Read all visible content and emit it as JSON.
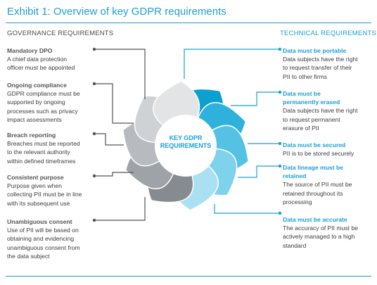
{
  "title": "Exhibit 1: Overview of key GDPR requirements",
  "center_label": {
    "line1": "KEY GDPR",
    "line2": "REQUIREMENTS"
  },
  "governance": {
    "heading": "GOVERNANCE REQUIREMENTS",
    "items": [
      {
        "title": "Mandatory DPO",
        "lines": [
          "A chief data protection",
          "officer must be appointed"
        ]
      },
      {
        "title": "Ongoing compliance",
        "lines": [
          "GDPR compliance must be",
          "supported by ongoing",
          "processes such as privacy",
          "impact assessments"
        ]
      },
      {
        "title": "Breach reporting",
        "lines": [
          "Breaches must be reported",
          "to the relevant authority",
          "within defined timeframes"
        ]
      },
      {
        "title": "Consistent purpose",
        "lines": [
          "Purpose given when",
          "collecting PII must be in line",
          "with its subsequent use"
        ]
      },
      {
        "title": "Unambiguous consent",
        "lines": [
          "Use of PII will be based on",
          "obtaining and evidencing",
          "unambiguous consent from",
          "the data subject"
        ]
      }
    ]
  },
  "technical": {
    "heading": "TECHNICAL REQUIREMENTS",
    "items": [
      {
        "title_lines": [
          "Data must be portable"
        ],
        "lines": [
          "Data subjects have the right",
          "to request transfer of their",
          "PII to other firms"
        ]
      },
      {
        "title_lines": [
          "Data must be",
          "permanently erased"
        ],
        "lines": [
          "Data subjects have the right",
          "to request permanent",
          "erasure of PII"
        ]
      },
      {
        "title_lines": [
          "Data must be secured"
        ],
        "lines": [
          "PII is to be stored securely"
        ]
      },
      {
        "title_lines": [
          "Data lineage must be",
          "retained"
        ],
        "lines": [
          "The source of PII must be",
          "retained throughout its",
          "processing"
        ]
      },
      {
        "title_lines": [
          "Data must be accurate"
        ],
        "lines": [
          "The accuracy of PII must be",
          "actively managed to a high",
          "standard"
        ]
      }
    ]
  },
  "colors": {
    "accent": "#1e9fd0",
    "petals_technical": [
      "#0d9fcf",
      "#2eb1db",
      "#55c2e4",
      "#7fd2ec",
      "#a9e1f3"
    ],
    "petals_governance": [
      "#e2e4e6",
      "#cfd2d5",
      "#b7bbbf",
      "#9ea3a8",
      "#868b90"
    ],
    "connector_grey": "#555555",
    "connector_blue": "#1e9fd0"
  }
}
